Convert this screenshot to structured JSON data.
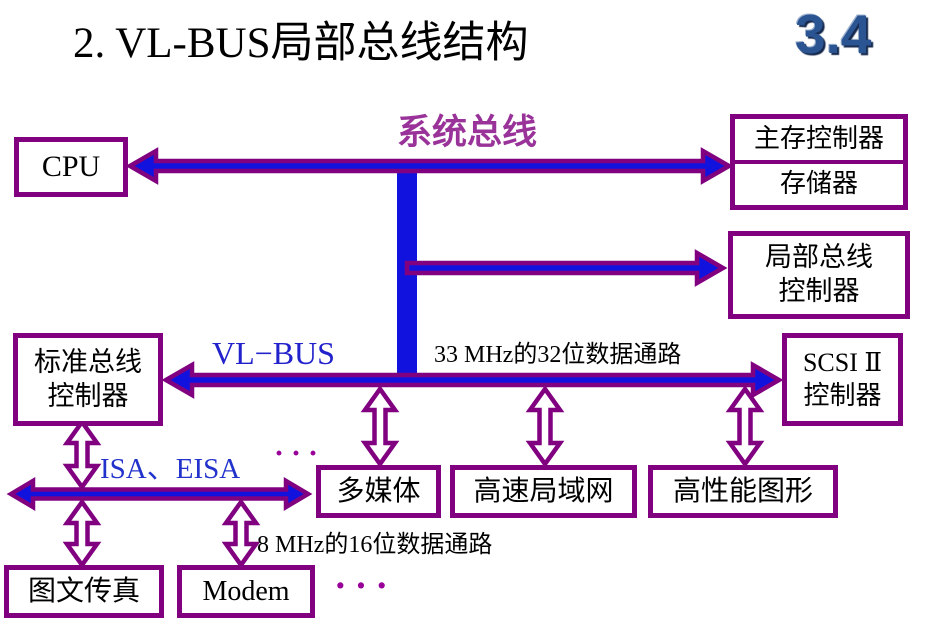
{
  "slide": {
    "title": "2. VL-BUS局部总线结构",
    "page_number": "3.4"
  },
  "labels": {
    "system_bus": "系统总线",
    "vl_bus": "VL−BUS",
    "speed_32": "33 MHz的32位数据通路",
    "isa_eisa": "ISA、EISA",
    "isa_ellipsis": "···",
    "speed_16": "8 MHz的16位数据通路",
    "modem_ellipsis": "···"
  },
  "boxes": {
    "cpu": "CPU",
    "main_memory_controller": "主存控制器",
    "memory": "存储器",
    "local_bus_controller_line1": "局部总线",
    "local_bus_controller_line2": "控制器",
    "standard_bus_controller_line1": "标准总线",
    "standard_bus_controller_line2": "控制器",
    "scsi_line1": "SCSI Ⅱ",
    "scsi_line2": "控制器",
    "multimedia": "多媒体",
    "high_speed_lan": "高速局域网",
    "high_performance_graphics": "高性能图形",
    "fax": "图文传真",
    "modem": "Modem"
  },
  "colors": {
    "bus_fill": "#1212DF",
    "bus_outline": "#800080",
    "box_border": "#800080",
    "system_bus_label": "#993399",
    "vl_bus_label": "#2222CC",
    "isa_label": "#2233CC",
    "ellipsis": "#990099",
    "page_number": "#2B5592",
    "title_text": "#000000"
  }
}
